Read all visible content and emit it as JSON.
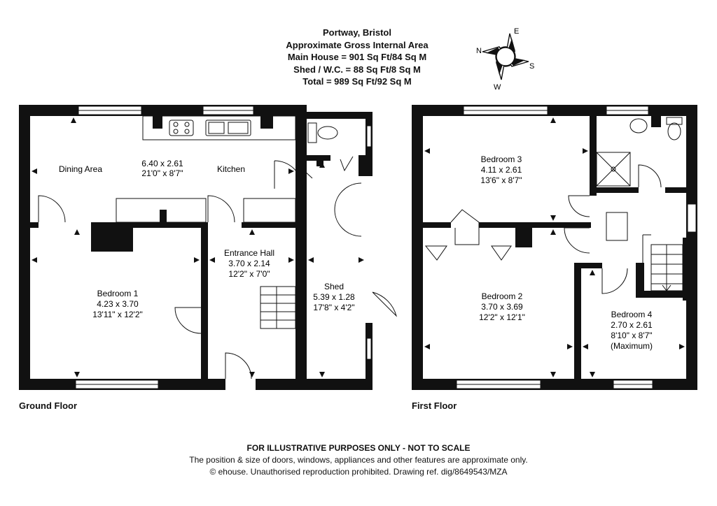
{
  "header": {
    "address": "Portway, Bristol",
    "area_title": "Approximate Gross Internal Area",
    "main_house": "Main House = 901 Sq Ft/84 Sq M",
    "shed_wc": "Shed / W.C. = 88 Sq Ft/8 Sq M",
    "total": "Total = 989 Sq Ft/92 Sq M"
  },
  "compass": {
    "n": "N",
    "e": "E",
    "s": "S",
    "w": "W"
  },
  "ground_floor": {
    "label": "Ground Floor",
    "dining_area": "Dining Area",
    "kitchen_dims_m": "6.40 x 2.61",
    "kitchen_dims_ft": "21'0\" x 8'7\"",
    "kitchen": "Kitchen",
    "entrance_hall": "Entrance Hall",
    "entrance_hall_dims_m": "3.70 x 2.14",
    "entrance_hall_dims_ft": "12'2\" x 7'0\"",
    "bedroom1": "Bedroom 1",
    "bedroom1_dims_m": "4.23 x 3.70",
    "bedroom1_dims_ft": "13'11\" x 12'2\"",
    "shed": "Shed",
    "shed_dims_m": "5.39 x 1.28",
    "shed_dims_ft": "17'8\" x 4'2\""
  },
  "first_floor": {
    "label": "First Floor",
    "bedroom3": "Bedroom 3",
    "bedroom3_dims_m": "4.11 x 2.61",
    "bedroom3_dims_ft": "13'6\" x 8'7\"",
    "bedroom2": "Bedroom 2",
    "bedroom2_dims_m": "3.70 x 3.69",
    "bedroom2_dims_ft": "12'2\" x 12'1\"",
    "bedroom4": "Bedroom 4",
    "bedroom4_dims_m": "2.70 x 2.61",
    "bedroom4_dims_ft": "8'10\" x 8'7\"",
    "bedroom4_note": "(Maximum)"
  },
  "footer": {
    "disclaimer": "FOR ILLUSTRATIVE PURPOSES ONLY - NOT TO SCALE",
    "note": "The position & size of doors, windows, appliances and other features are approximate only.",
    "copyright": "© ehouse. Unauthorised reproduction prohibited. Drawing ref. dig/8649543/MZA"
  }
}
